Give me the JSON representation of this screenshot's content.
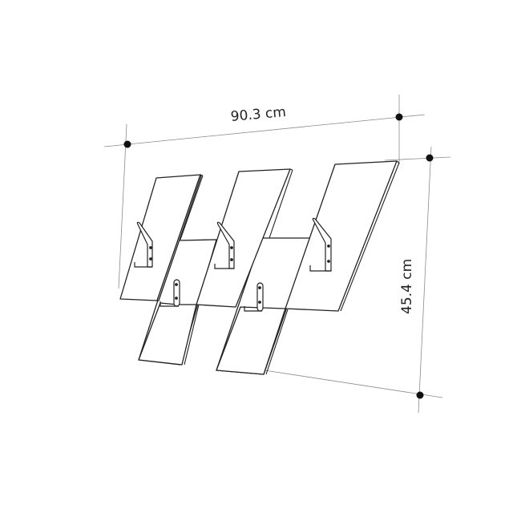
{
  "diagram": {
    "title": "Wall coat rack dimension drawing",
    "dimensions": {
      "width": {
        "label": "90.3 cm",
        "value": 90.3,
        "unit": "cm"
      },
      "height": {
        "label": "45.4 cm",
        "value": 45.4,
        "unit": "cm"
      }
    },
    "panels": 5,
    "hooks": 5,
    "colors": {
      "line": "#222222",
      "dim_line": "#8a8a8a",
      "dot": "#111111",
      "background": "#ffffff"
    }
  }
}
